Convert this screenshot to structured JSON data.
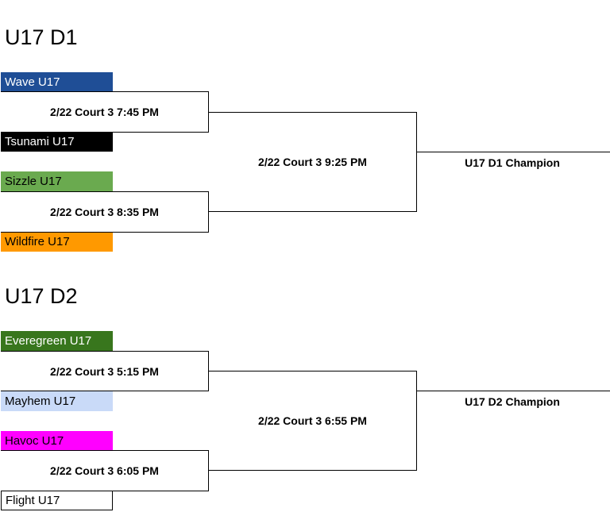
{
  "divisions": [
    {
      "title": "U17 D1",
      "teams": [
        {
          "name": "Wave U17",
          "bg": "#1f4e96",
          "fg": "#ffffff"
        },
        {
          "name": "Tsunami U17",
          "bg": "#000000",
          "fg": "#ffffff"
        },
        {
          "name": "Sizzle U17",
          "bg": "#6aaa4f",
          "fg": "#000000"
        },
        {
          "name": "Wildfire U17",
          "bg": "#ff9900",
          "fg": "#000000"
        }
      ],
      "round1": [
        "2/22 Court 3 7:45 PM",
        "2/22 Court 3 8:35 PM"
      ],
      "final": "2/22 Court 3 9:25 PM",
      "champion": "U17 D1 Champion"
    },
    {
      "title": "U17 D2",
      "teams": [
        {
          "name": "Everegreen U17",
          "bg": "#38761d",
          "fg": "#ffffff"
        },
        {
          "name": "Mayhem U17",
          "bg": "#c9daf8",
          "fg": "#000000"
        },
        {
          "name": "Havoc U17",
          "bg": "#ff00ff",
          "fg": "#000000"
        },
        {
          "name": "Flight U17",
          "bg": "#ffffff",
          "fg": "#000000"
        }
      ],
      "round1": [
        "2/22 Court 3 5:15 PM",
        "2/22 Court 3 6:05 PM"
      ],
      "final": "2/22 Court 3 6:55 PM",
      "champion": "U17 D2 Champion"
    }
  ]
}
